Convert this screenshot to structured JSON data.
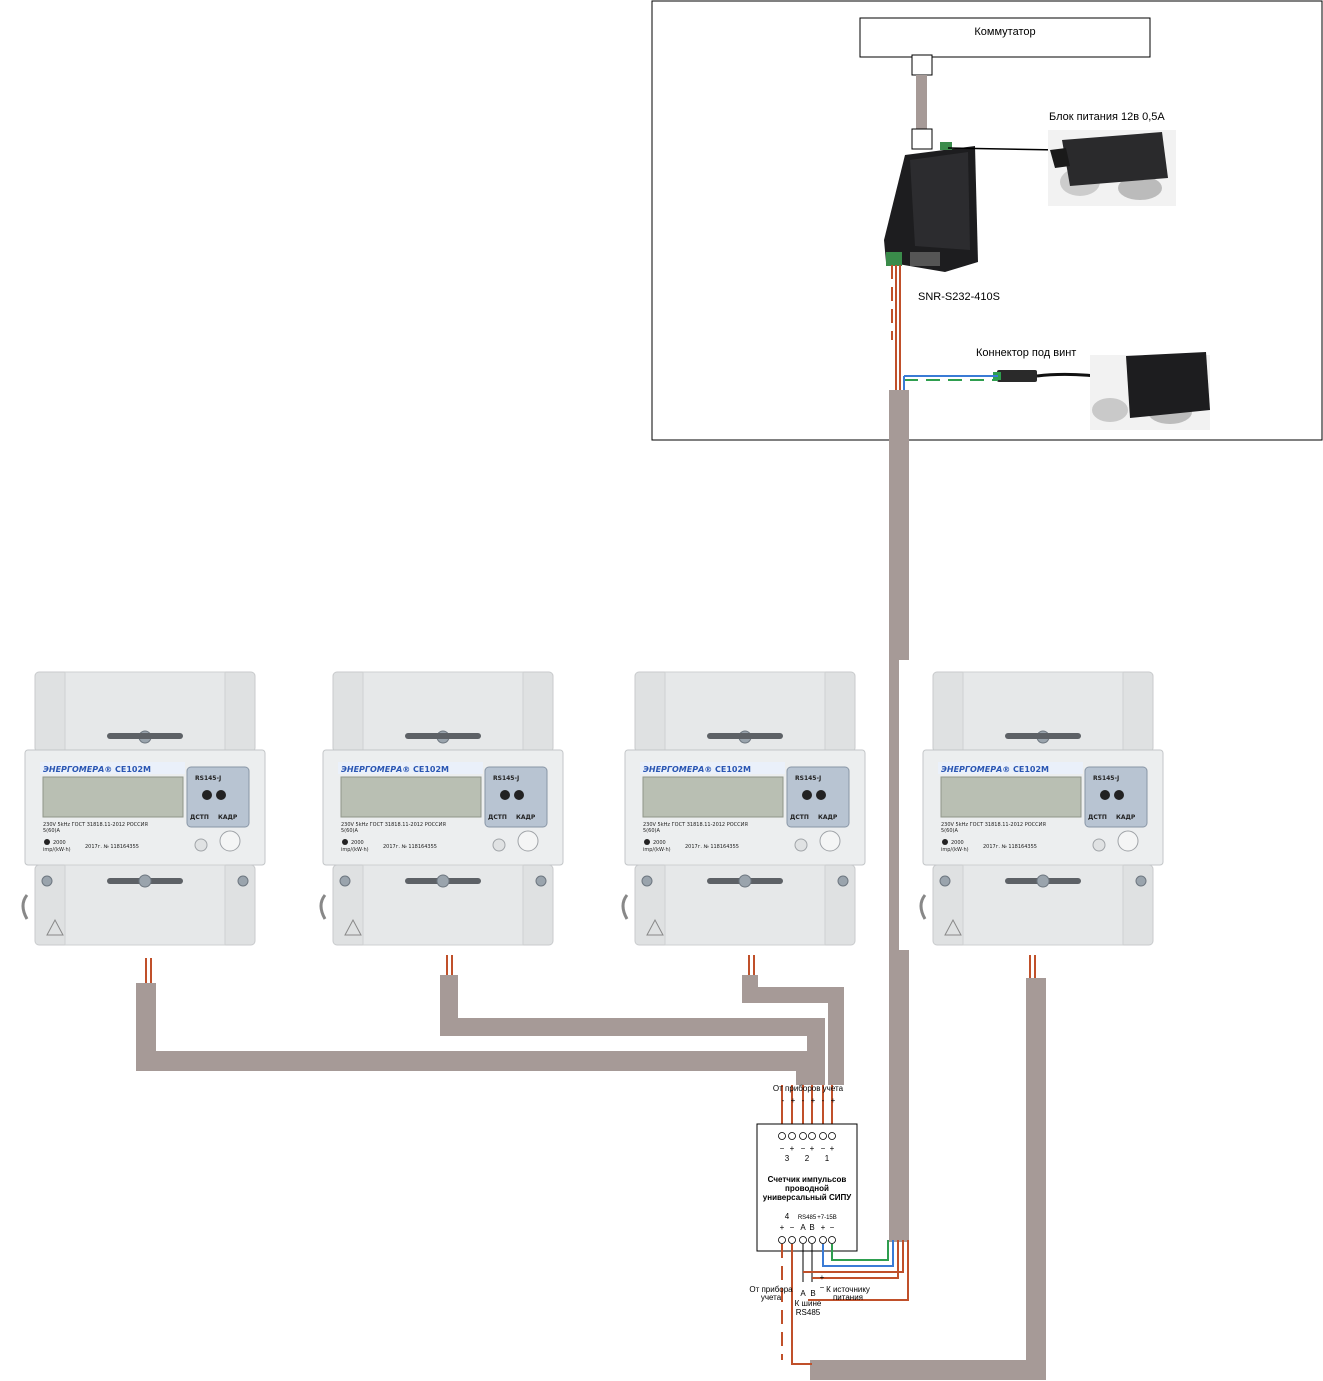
{
  "diagram": {
    "switch_label": "Коммутатор",
    "power_supply_label": "Блок питания 12в 0,5А",
    "converter_label": "SNR-S232-410S",
    "connector_label": "Коннектор под винт",
    "counter_block": {
      "top_label": "От приборов учета",
      "title_line1": "Счетчик импульсов",
      "title_line2": "проводной",
      "title_line3": "универсальный СИПУ",
      "top_signs": [
        "-",
        "+",
        "-",
        "+",
        "-",
        "+"
      ],
      "top_signs_bottom": [
        "−",
        "+",
        "−",
        "+",
        "−",
        "+"
      ],
      "channels_top": [
        "3",
        "2",
        "1"
      ],
      "bottom_channel": "4",
      "rs485_label": "RS485",
      "power_range_label": "+7-15В",
      "bottom_signs": [
        "+",
        "−",
        "A",
        "B",
        "+",
        "−"
      ],
      "from_meter_line1": "От прибора",
      "from_meter_line2": "учета",
      "bus_a": "A",
      "bus_b": "B",
      "bus_line1": "К шине",
      "bus_line2": "RS485",
      "plus_sign": "+",
      "minus_sign": "−",
      "to_power_line1": "К источнику",
      "to_power_line2": "питания"
    },
    "meter": {
      "brand": "ЭНЕРГОМЕРА®",
      "model": "CE102M",
      "interface": "RS145-J",
      "button_left": "ДСТП",
      "button_right": "КАДР",
      "spec_line": "230V  5kHz  ГОСТ 31818.11-2012  РОССИЯ",
      "current": "5(60)A",
      "imp": "2000",
      "imp_unit": "imp/(kW·h)",
      "serial": "2017г. № 118164355"
    },
    "meter_count": 4,
    "colors": {
      "cable": "#a69a97",
      "wire_red": "#c0502a",
      "wire_blue": "#3a7bd5",
      "wire_green": "#2e9e4f",
      "meter_body": "#dfe1e2",
      "meter_face": "#eceeef",
      "frame": "#000000"
    }
  }
}
